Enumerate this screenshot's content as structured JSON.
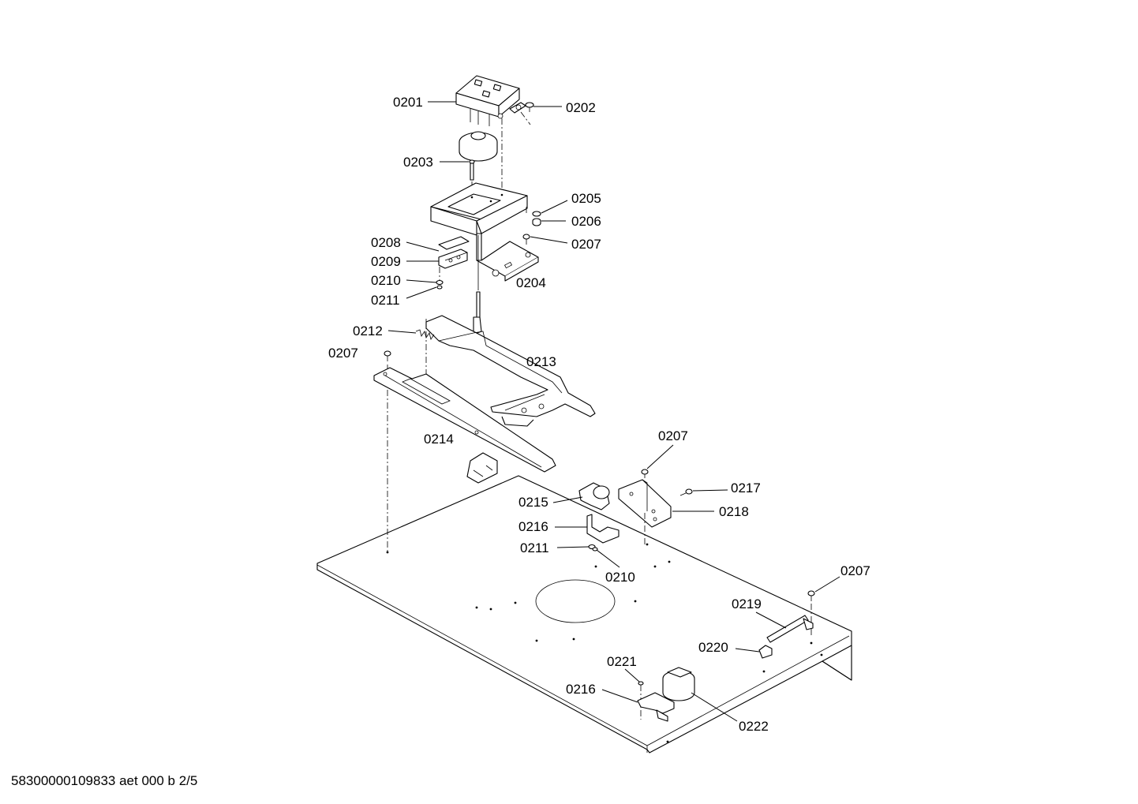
{
  "footer_text": "58300000109833 aet 000 b 2/5",
  "callouts": {
    "c0201": "0201",
    "c0202": "0202",
    "c0203": "0203",
    "c0204": "0204",
    "c0205": "0205",
    "c0206": "0206",
    "c0207a": "0207",
    "c0207b": "0207",
    "c0207c": "0207",
    "c0207d": "0207",
    "c0208": "0208",
    "c0209": "0209",
    "c0210a": "0210",
    "c0210b": "0210",
    "c0211a": "0211",
    "c0211b": "0211",
    "c0212": "0212",
    "c0213": "0213",
    "c0214": "0214",
    "c0215": "0215",
    "c0216a": "0216",
    "c0216b": "0216",
    "c0217": "0217",
    "c0218": "0218",
    "c0219": "0219",
    "c0220": "0220",
    "c0221": "0221",
    "c0222": "0222"
  }
}
